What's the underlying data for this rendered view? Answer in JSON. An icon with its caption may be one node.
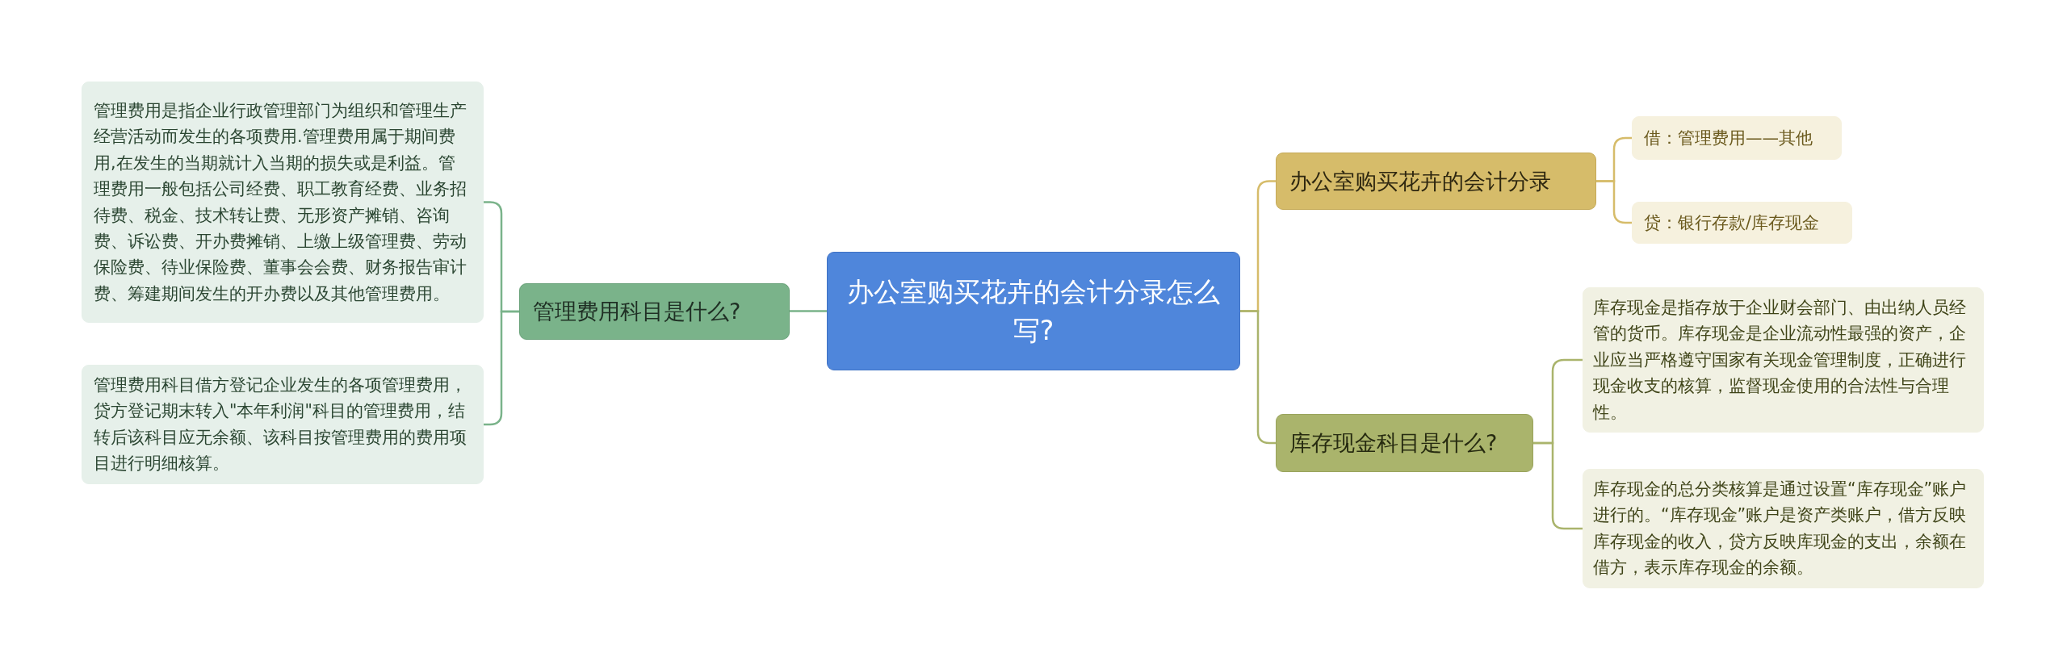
{
  "diagram": {
    "nodes": [
      {
        "text": [
          "办公室购买花卉的会计分录怎么写?"
        ]
      },
      {
        "text": [
          "管理费用科目是什么?"
        ]
      },
      {
        "text": [
          "管理费用是指企业行政管理部门为组织和管理生产经营活动而发生的各项费用.管理费用属于期间费用,在发生的当期就计入当期的损失或是利益。管理费用一般包括公司经费、职工教育经费、业务招待费、税金、技术转让费、无形资产摊销、咨询费、诉讼费、开办费摊销、上缴上级管理费、劳动保险费、待业保险费、董事会会费、财务报告审计费、筹建期间发生的开办费以及其他管理费用。"
        ]
      },
      {
        "text": [
          "管理费用科目借方登记企业发生的各项管理费用，贷方登记期末转入\"本年利润\"科目的管理费用，结转后该科目应无余额、该科目按管理费用的费用项目进行明细核算。"
        ]
      },
      {
        "text": [
          "办公室购买花卉的会计分录"
        ]
      },
      {
        "text": [
          "借：管理费用——其他"
        ]
      },
      {
        "text": [
          "贷：银行存款/库存现金"
        ]
      },
      {
        "text": [
          "库存现金科目是什么?"
        ]
      },
      {
        "text": [
          "库存现金是指存放于企业财会部门、由出纳人员经管的货币。库存现金是企业流动性最强的资产，企业应当严格遵守国家有关现金管理制度，正确进行现金收支的核算，监督现金使用的合法性与合理性。"
        ]
      },
      {
        "text": [
          "库存现金的总分类核算是通过设置“库存现金”账户进行的。“库存现金”账户是资产类账户，借方反映库存现金的收入，贷方反映库现金的支出，余额在借方，表示库存现金的余额。"
        ]
      }
    ],
    "edges": [
      {
        "from": 0,
        "to": 1,
        "arrow": "none",
        "color": "#7ab38a"
      },
      {
        "from": 1,
        "to": 2,
        "arrow": "none",
        "color": "#7ab38a"
      },
      {
        "from": 1,
        "to": 3,
        "arrow": "none",
        "color": "#7ab38a"
      },
      {
        "from": 0,
        "to": 4,
        "arrow": "none",
        "color": "#d6bc6a"
      },
      {
        "from": 4,
        "to": 5,
        "arrow": "none",
        "color": "#d6bc6a"
      },
      {
        "from": 4,
        "to": 6,
        "arrow": "none",
        "color": "#d6bc6a"
      },
      {
        "from": 0,
        "to": 7,
        "arrow": "none",
        "color": "#aab46c"
      },
      {
        "from": 7,
        "to": 8,
        "arrow": "none",
        "color": "#aab46c"
      },
      {
        "from": 7,
        "to": 9,
        "arrow": "none",
        "color": "#aab46c"
      }
    ]
  }
}
